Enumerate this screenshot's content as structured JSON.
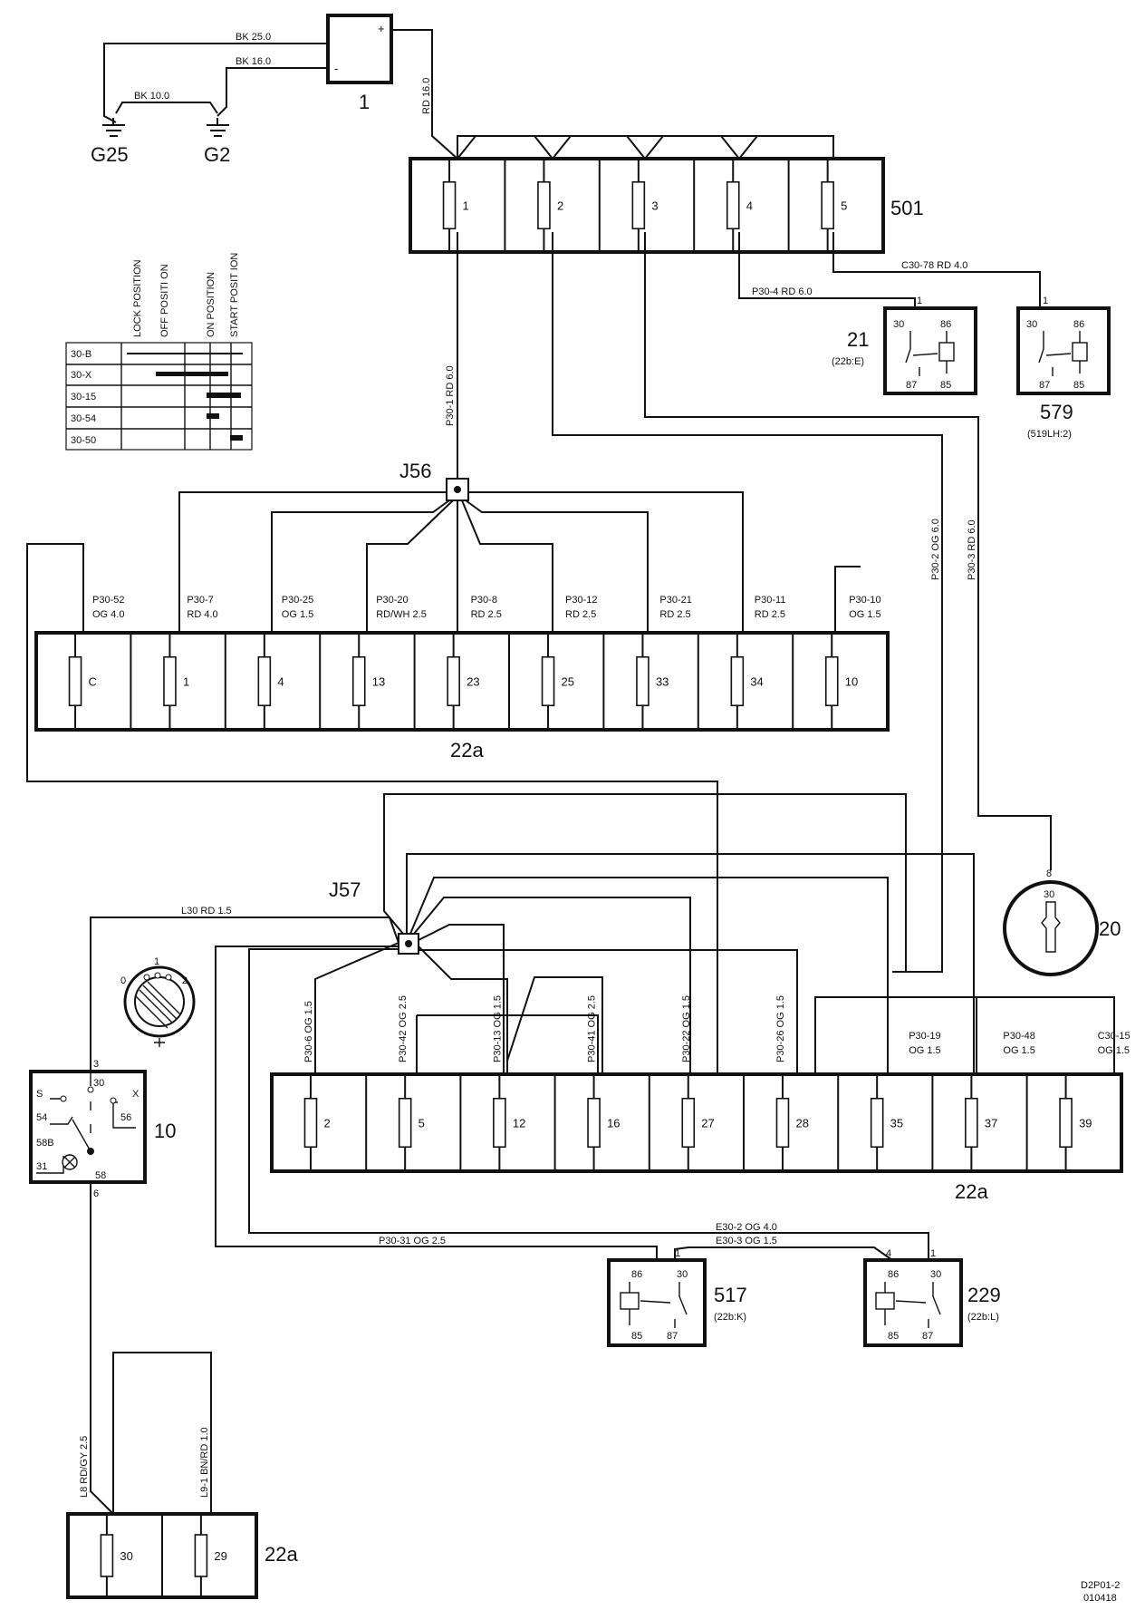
{
  "ground_block": {
    "ground_labels": [
      "G25",
      "G2"
    ],
    "wire_labels": {
      "w_bk25": "BK   25.0",
      "w_bk16": "BK   16.0",
      "w_bk10": "BK   10.0",
      "w_rd16": "RD   16.0"
    },
    "battery": {
      "label": "1",
      "plus": "+",
      "minus": "-"
    }
  },
  "fusebox_501": {
    "label": "501",
    "fuses": [
      "1",
      "2",
      "3",
      "4",
      "5"
    ]
  },
  "relay_21": {
    "label": "21",
    "ref": "(22b:E)",
    "pins": {
      "p30": "30",
      "p86": "86",
      "p87": "87",
      "p85": "85"
    },
    "input_pin": "1",
    "wire": "P30-4    RD    6.0"
  },
  "relay_579": {
    "label": "579",
    "ref": "(519LH:2)",
    "pins": {
      "p30": "30",
      "p86": "86",
      "p87": "87",
      "p85": "85"
    },
    "input_pin": "1",
    "wire": "C30-78    RD    4.0"
  },
  "ignition_table": {
    "rows": [
      "30-B",
      "30-X",
      "30-15",
      "30-54",
      "30-50"
    ],
    "columns": [
      "LOCK POSITION",
      "OFF POSITI ON",
      "ON POSITION",
      "START POSIT ION"
    ]
  },
  "junctions": {
    "j56": "J56",
    "j57": "J57"
  },
  "vertical_wires": {
    "p30_1": "P30-1    RD    6.0",
    "p30_2": "P30-2    OG    6.0",
    "p30_3": "P30-3    RD    6.0"
  },
  "fusebox_22a_top": {
    "label": "22a",
    "fuses": [
      {
        "num": "C",
        "code": "P30-52",
        "spec": "OG   4.0"
      },
      {
        "num": "1",
        "code": "P30-7",
        "spec": "RD   4.0"
      },
      {
        "num": "4",
        "code": "P30-25",
        "spec": "OG   1.5"
      },
      {
        "num": "13",
        "code": "P30-20",
        "spec": "RD/WH   2.5"
      },
      {
        "num": "23",
        "code": "P30-8",
        "spec": "RD   2.5"
      },
      {
        "num": "25",
        "code": "P30-12",
        "spec": "RD   2.5"
      },
      {
        "num": "33",
        "code": "P30-21",
        "spec": "RD   2.5"
      },
      {
        "num": "34",
        "code": "P30-11",
        "spec": "RD   2.5"
      },
      {
        "num": "10",
        "code": "P30-10",
        "spec": "OG   1.5"
      }
    ]
  },
  "ignition_switch_20": {
    "label": "20",
    "pin": "8",
    "terminal": "30"
  },
  "l30_wire": "L30    RD    1.5",
  "key_switch": {
    "positions": [
      "0",
      "1",
      "2"
    ]
  },
  "switch_10": {
    "label": "10",
    "pins": {
      "p3": "3",
      "p30": "30",
      "s": "S",
      "x": "X",
      "p54": "54",
      "p56": "56",
      "p58b": "58B",
      "p31": "31",
      "p58": "58",
      "p6": "6"
    }
  },
  "fusebox_22a_bottom": {
    "label": "22a",
    "fuses": [
      {
        "num": "2",
        "wire": "P30-6    OG    1.5"
      },
      {
        "num": "5",
        "wire": "P30-42    OG    2.5"
      },
      {
        "num": "12",
        "wire": "P30-13    OG    1.5"
      },
      {
        "num": "16",
        "wire": "P30-41    OG    2.5"
      },
      {
        "num": "27",
        "wire": "P30-22    OG    1.5"
      },
      {
        "num": "28",
        "wire": "P30-26    OG    1.5"
      },
      {
        "num": "35",
        "code": "P30-19",
        "spec": "OG   1.5"
      },
      {
        "num": "37",
        "code": "P30-48",
        "spec": "OG   1.5"
      },
      {
        "num": "39",
        "code": "C30-15",
        "spec": "OG   1.5"
      }
    ]
  },
  "lower_wires": {
    "e30_2": "E30-2    OG    4.0",
    "p30_31": "P30-31    OG    2.5",
    "e30_3": "E30-3    OG    1.5"
  },
  "relay_517": {
    "label": "517",
    "ref": "(22b:K)",
    "pins": {
      "p86": "86",
      "p30": "30",
      "p85": "85",
      "p87": "87"
    },
    "input_pin": "1"
  },
  "relay_229": {
    "label": "229",
    "ref": "(22b:L)",
    "pins": {
      "p86": "86",
      "p30": "30",
      "p85": "85",
      "p87": "87"
    },
    "input_pin": "1",
    "input_pin2": "4"
  },
  "fusebox_22a_small": {
    "label": "22a",
    "fuses": [
      "30",
      "29"
    ],
    "wire_l8": "L8    RD/GY    2.5",
    "wire_l9": "L9-1    BN/RD    1.0"
  },
  "footer": {
    "code": "D2P01-2",
    "date": "010418"
  }
}
